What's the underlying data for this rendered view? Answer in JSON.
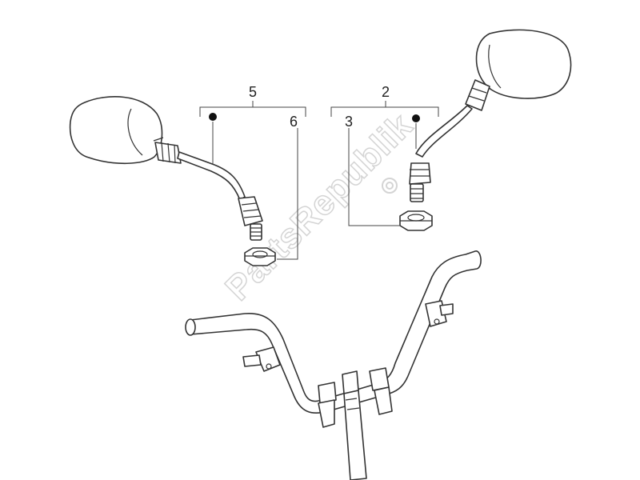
{
  "callouts": {
    "c5": "5",
    "c6": "6",
    "c2": "2",
    "c3": "3"
  },
  "watermark": {
    "text": "PartsRepublik",
    "icon": "gear-icon"
  },
  "colors": {
    "line": "#333333",
    "watermark": "#d4d4d4"
  }
}
